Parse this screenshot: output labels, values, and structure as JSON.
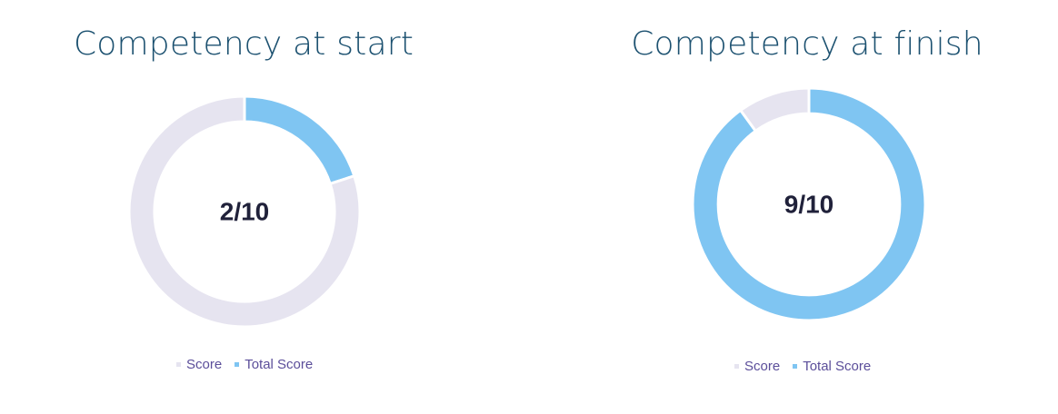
{
  "colors": {
    "score": "#e6e4f0",
    "total_score": "#7fc5f2",
    "title": "#1c5170",
    "legend_text": "#5b4e9a",
    "center_text": "#20213a"
  },
  "charts": {
    "start": {
      "title": "Competency at start",
      "center_label": "2/10",
      "legend": [
        "Score",
        "Total Score"
      ]
    },
    "finish": {
      "title": "Competency at finish",
      "center_label": "9/10",
      "legend": [
        "Score",
        "Total Score"
      ]
    }
  },
  "chart_data": [
    {
      "type": "pie",
      "variant": "donut",
      "title": "Competency at start",
      "center_label": "2/10",
      "series": [
        {
          "name": "Score",
          "value": 8,
          "color": "#e6e4f0"
        },
        {
          "name": "Total Score",
          "value": 2,
          "color": "#7fc5f2"
        }
      ],
      "legend_position": "bottom"
    },
    {
      "type": "pie",
      "variant": "donut",
      "title": "Competency at finish",
      "center_label": "9/10",
      "series": [
        {
          "name": "Score",
          "value": 1,
          "color": "#e6e4f0"
        },
        {
          "name": "Total Score",
          "value": 9,
          "color": "#7fc5f2"
        }
      ],
      "legend_position": "bottom"
    }
  ]
}
